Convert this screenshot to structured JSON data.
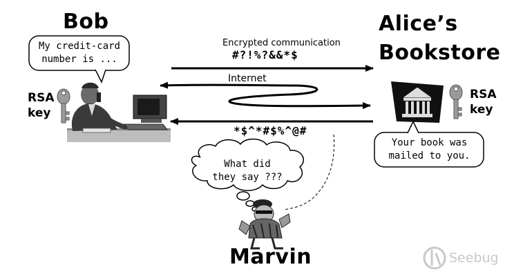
{
  "bob": {
    "name": "Bob",
    "speech": "My credit-card\nnumber is ...",
    "key_label": "RSA\nkey"
  },
  "alice": {
    "name_line1": "Alice’s",
    "name_line2": "Bookstore",
    "speech": "Your book was\nmailed to you.",
    "key_label": "RSA\nkey"
  },
  "channel": {
    "caption": "Encrypted communication",
    "cipher_top": "#?!%?&&*$",
    "internet_label": "Internet",
    "cipher_bottom": "*$^*#$%^@#"
  },
  "marvin": {
    "name": "Marvin",
    "thought": "What did\nthey say ???"
  },
  "watermark": {
    "text": "Seebug"
  }
}
